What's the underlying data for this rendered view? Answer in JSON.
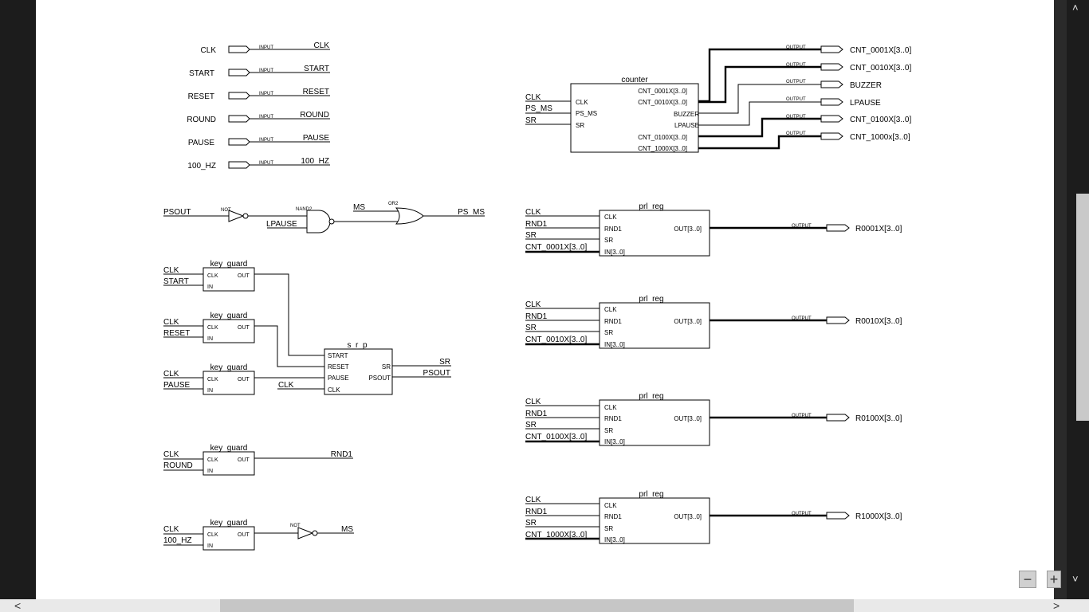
{
  "inputs": [
    {
      "pin": "CLK",
      "type": "INPUT",
      "net": "CLK"
    },
    {
      "pin": "START",
      "type": "INPUT",
      "net": "START"
    },
    {
      "pin": "RESET",
      "type": "INPUT",
      "net": "RESET"
    },
    {
      "pin": "ROUND",
      "type": "INPUT",
      "net": "ROUND"
    },
    {
      "pin": "PAUSE",
      "type": "INPUT",
      "net": "PAUSE"
    },
    {
      "pin": "100_HZ",
      "type": "INPUT",
      "net": "100_HZ"
    }
  ],
  "gates": {
    "not1": {
      "type": "NOT",
      "input": "PSOUT"
    },
    "nand": {
      "type": "NAND2",
      "input": "LPAUSE"
    },
    "or2": {
      "type": "OR2",
      "input": "MS",
      "output": "PS_MS"
    },
    "not2": {
      "type": "NOT",
      "output": "MS"
    }
  },
  "key_guards": [
    {
      "title": "key_guard",
      "clk": "CLK",
      "in": "START",
      "pin_clk": "CLK",
      "pin_in": "IN",
      "pin_out": "OUT"
    },
    {
      "title": "key_guard",
      "clk": "CLK",
      "in": "RESET",
      "pin_clk": "CLK",
      "pin_in": "IN",
      "pin_out": "OUT"
    },
    {
      "title": "key_guard",
      "clk": "CLK",
      "in": "PAUSE",
      "pin_clk": "CLK",
      "pin_in": "IN",
      "pin_out": "OUT"
    },
    {
      "title": "key_guard",
      "clk": "CLK",
      "in": "ROUND",
      "pin_clk": "CLK",
      "pin_in": "IN",
      "pin_out": "OUT",
      "out_net": "RND1"
    },
    {
      "title": "key_guard",
      "clk": "CLK",
      "in": "100_HZ",
      "pin_clk": "CLK",
      "pin_in": "IN",
      "pin_out": "OUT"
    }
  ],
  "srp": {
    "title": "s_r_p",
    "pins_in": [
      "START",
      "RESET",
      "PAUSE",
      "CLK"
    ],
    "pin_sr": "SR",
    "pin_psout": "PSOUT",
    "clk_net": "CLK",
    "out_sr": "SR",
    "out_psout": "PSOUT"
  },
  "counter": {
    "title": "counter",
    "inputs": [
      "CLK",
      "PS_MS",
      "SR"
    ],
    "pins_left": [
      "CLK",
      "PS_MS",
      "SR"
    ],
    "pins_right": [
      "CNT_0001X[3..0]",
      "CNT_0010X[3..0]",
      "BUZZER",
      "LPAUSE",
      "CNT_0100X[3..0]",
      "CNT_1000X[3..0]"
    ],
    "outputs": [
      {
        "type": "OUTPUT",
        "name": "CNT_0001X[3..0]"
      },
      {
        "type": "OUTPUT",
        "name": "CNT_0010X[3..0]"
      },
      {
        "type": "OUTPUT",
        "name": "BUZZER"
      },
      {
        "type": "OUTPUT",
        "name": "LPAUSE"
      },
      {
        "type": "OUTPUT",
        "name": "CNT_0100X[3..0]"
      },
      {
        "type": "OUTPUT",
        "name": "CNT_1000x[3..0]"
      }
    ]
  },
  "prl_regs": [
    {
      "title": "prl_reg",
      "nets": [
        "CLK",
        "RND1",
        "SR",
        "CNT_0001X[3..0]"
      ],
      "pins": [
        "CLK",
        "RND1",
        "SR",
        "IN[3..0]"
      ],
      "pin_out": "OUT[3..0]",
      "out_type": "OUTPUT",
      "out_name": "R0001X[3..0]"
    },
    {
      "title": "prl_reg",
      "nets": [
        "CLK",
        "RND1",
        "SR",
        "CNT_0010X[3..0]"
      ],
      "pins": [
        "CLK",
        "RND1",
        "SR",
        "IN[3..0]"
      ],
      "pin_out": "OUT[3..0]",
      "out_type": "OUTPUT",
      "out_name": "R0010X[3..0]"
    },
    {
      "title": "prl_reg",
      "nets": [
        "CLK",
        "RND1",
        "SR",
        "CNT_0100X[3..0]"
      ],
      "pins": [
        "CLK",
        "RND1",
        "SR",
        "IN[3..0]"
      ],
      "pin_out": "OUT[3..0]",
      "out_type": "OUTPUT",
      "out_name": "R0100X[3..0]"
    },
    {
      "title": "prl_reg",
      "nets": [
        "CLK",
        "RND1",
        "SR",
        "CNT_1000X[3..0]"
      ],
      "pins": [
        "CLK",
        "RND1",
        "SR",
        "IN[3..0]"
      ],
      "pin_out": "OUT[3..0]",
      "out_type": "OUTPUT",
      "out_name": "R1000X[3..0]"
    }
  ],
  "ui": {
    "zoom_out": "−",
    "zoom_in": "+",
    "scroll_up": "˄",
    "scroll_down": "˅",
    "scroll_left": "<",
    "scroll_right": ">"
  }
}
